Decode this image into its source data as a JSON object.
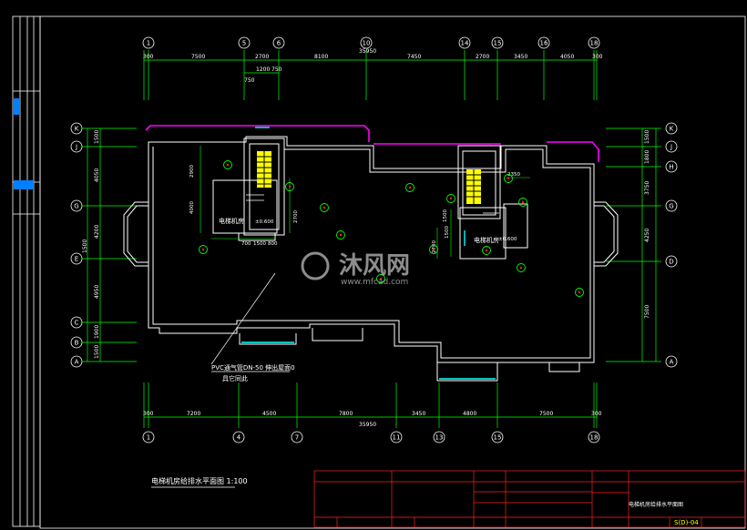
{
  "drawing": {
    "title": "电梯机房给排水平面图 1:100",
    "overall_width_top": "35950",
    "overall_width_bottom": "35950",
    "note_line1": "PVC通气管DN-50 伸出屋面0",
    "note_line2": "具它同此",
    "room_left": "电梯机房",
    "room_left_level": "±0.600",
    "room_right": "电梯机房",
    "room_right_level": "±0.600",
    "watermark_brand": "沐风网",
    "watermark_url": "www.mfcad.com",
    "titleblock_drawing_name": "电梯机房给排水平面图",
    "titleblock_drawing_no": "S(D)-04"
  },
  "axes": {
    "top": [
      "1",
      "5",
      "6",
      "10",
      "14",
      "15",
      "16",
      "18"
    ],
    "bottom": [
      "1",
      "4",
      "7",
      "11",
      "13",
      "15",
      "18"
    ],
    "left": [
      "K",
      "J",
      "G",
      "E",
      "C",
      "B",
      "A"
    ],
    "right": [
      "K",
      "J",
      "H",
      "G",
      "D",
      "A"
    ]
  },
  "dimensions": {
    "top_main": [
      "300",
      "7500",
      "2700",
      "8100",
      "7450",
      "2700",
      "3450",
      "4050",
      "300"
    ],
    "top_sub": [
      "1200",
      "750",
      "750"
    ],
    "bottom_main": [
      "300",
      "7200",
      "4500",
      "7800",
      "3450",
      "4800",
      "7500",
      "300"
    ],
    "left": [
      "1500",
      "4050",
      "4200",
      "1500",
      "4950",
      "1900",
      "1500"
    ],
    "right": [
      "1500",
      "1800",
      "3750",
      "4250",
      "7500"
    ],
    "inner": [
      "2900",
      "4000",
      "2700",
      "2350",
      "1500",
      "2700",
      "1500",
      "700",
      "1500",
      "800"
    ]
  }
}
